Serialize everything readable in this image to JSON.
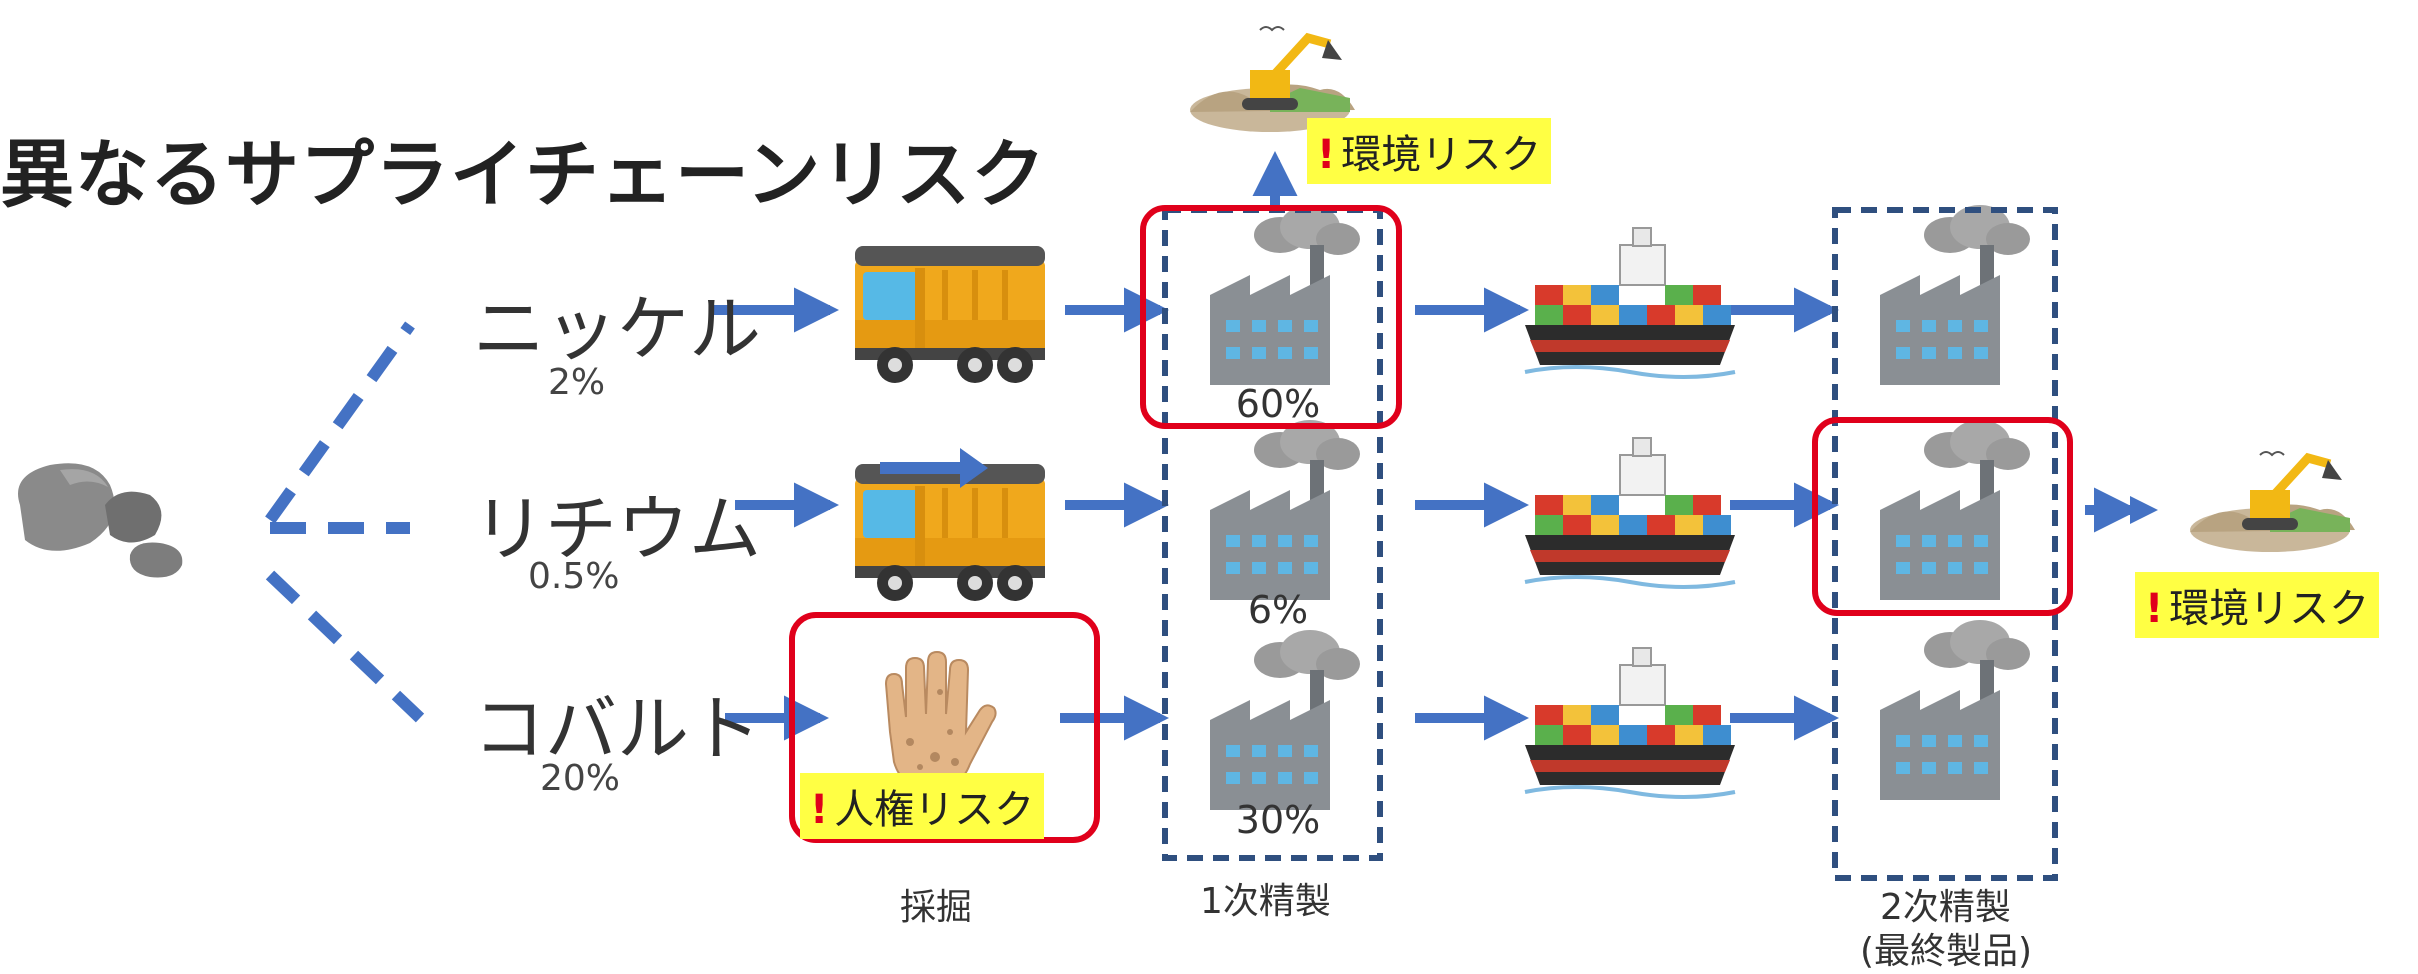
{
  "title": "異なるサプライチェーンリスク",
  "minerals": [
    {
      "name": "ニッケル",
      "percent": "2%"
    },
    {
      "name": "リチウム",
      "percent": "0.5%"
    },
    {
      "name": "コバルト",
      "percent": "20%"
    }
  ],
  "refining_shares": [
    "60%",
    "6%",
    "30%"
  ],
  "stages": {
    "mining": "採掘",
    "primary": "1次精製",
    "secondary_line1": "2次精製",
    "secondary_line2": "(最終製品)"
  },
  "risks": {
    "mark": "!",
    "environment": "環境リスク",
    "human_rights": "人権リスク"
  },
  "colors": {
    "arrow": "#4472c4",
    "highlight_box": "#e0001b",
    "dashed_box": "#2f4f7f",
    "risk_bg": "#ffff44",
    "truck_body": "#f0a81c",
    "factory": "#8a8f94"
  }
}
